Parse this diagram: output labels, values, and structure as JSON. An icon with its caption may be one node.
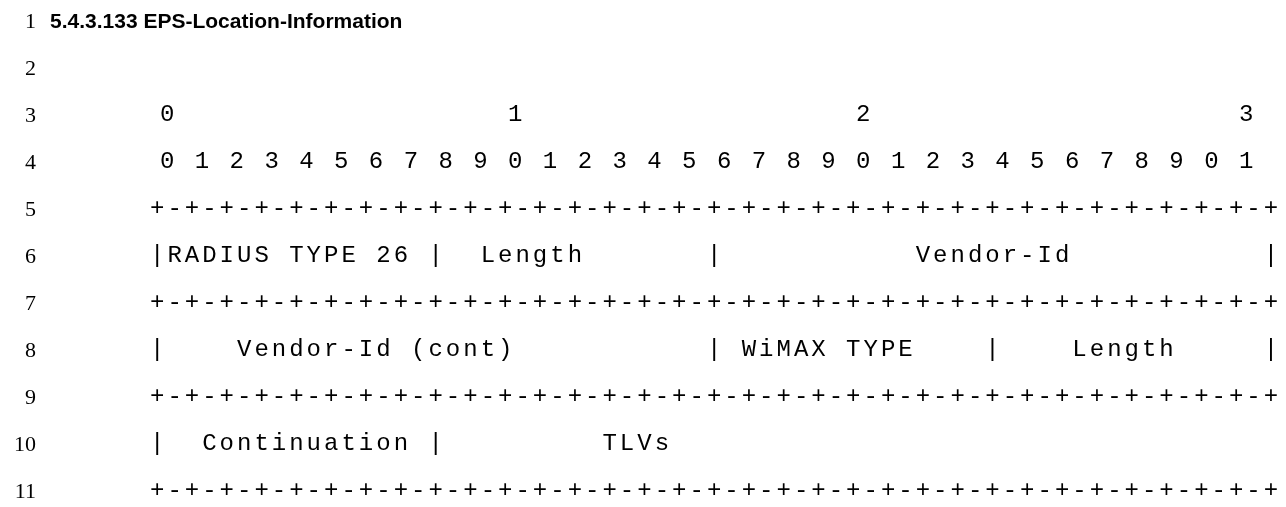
{
  "diagram": {
    "title": "5.4.3.133 EPS-Location-Information",
    "labels": [
      "1",
      "2",
      "3",
      "0                   1                   2                     3",
      "4",
      "0 1 2 3 4 5 6 7 8 9 0 1 2 3 4 5 6 7 8 9 0 1 2 3 4 5 6 7 8 9 0 1",
      "5",
      "+-+-+-+-+-+-+-+-+-+-+-+-+-+-+-+-+-+-+-+-+-+-+-+-+-+-+-+-+-+-+-+-+",
      "6",
      "|RADIUS TYPE 26 |  Length       |           Vendor-Id           |",
      "7",
      "+-+-+-+-+-+-+-+-+-+-+-+-+-+-+-+-+-+-+-+-+-+-+-+-+-+-+-+-+-+-+-+-+",
      "8",
      "|    Vendor-Id (cont)           | WiMAX TYPE    |    Length     |",
      "9",
      "+-+-+-+-+-+-+-+-+-+-+-+-+-+-+-+-+-+-+-+-+-+-+-+-+-+-+-+-+-+-+-+-+",
      "10",
      "|  Continuation |         TLVs",
      "11",
      "+-+-+-+-+-+-+-+-+-+-+-+-+-+-+-+-+-+-+-+-+-+-+-+-+-+-+-+-+-+-+-+-+"
    ]
  }
}
